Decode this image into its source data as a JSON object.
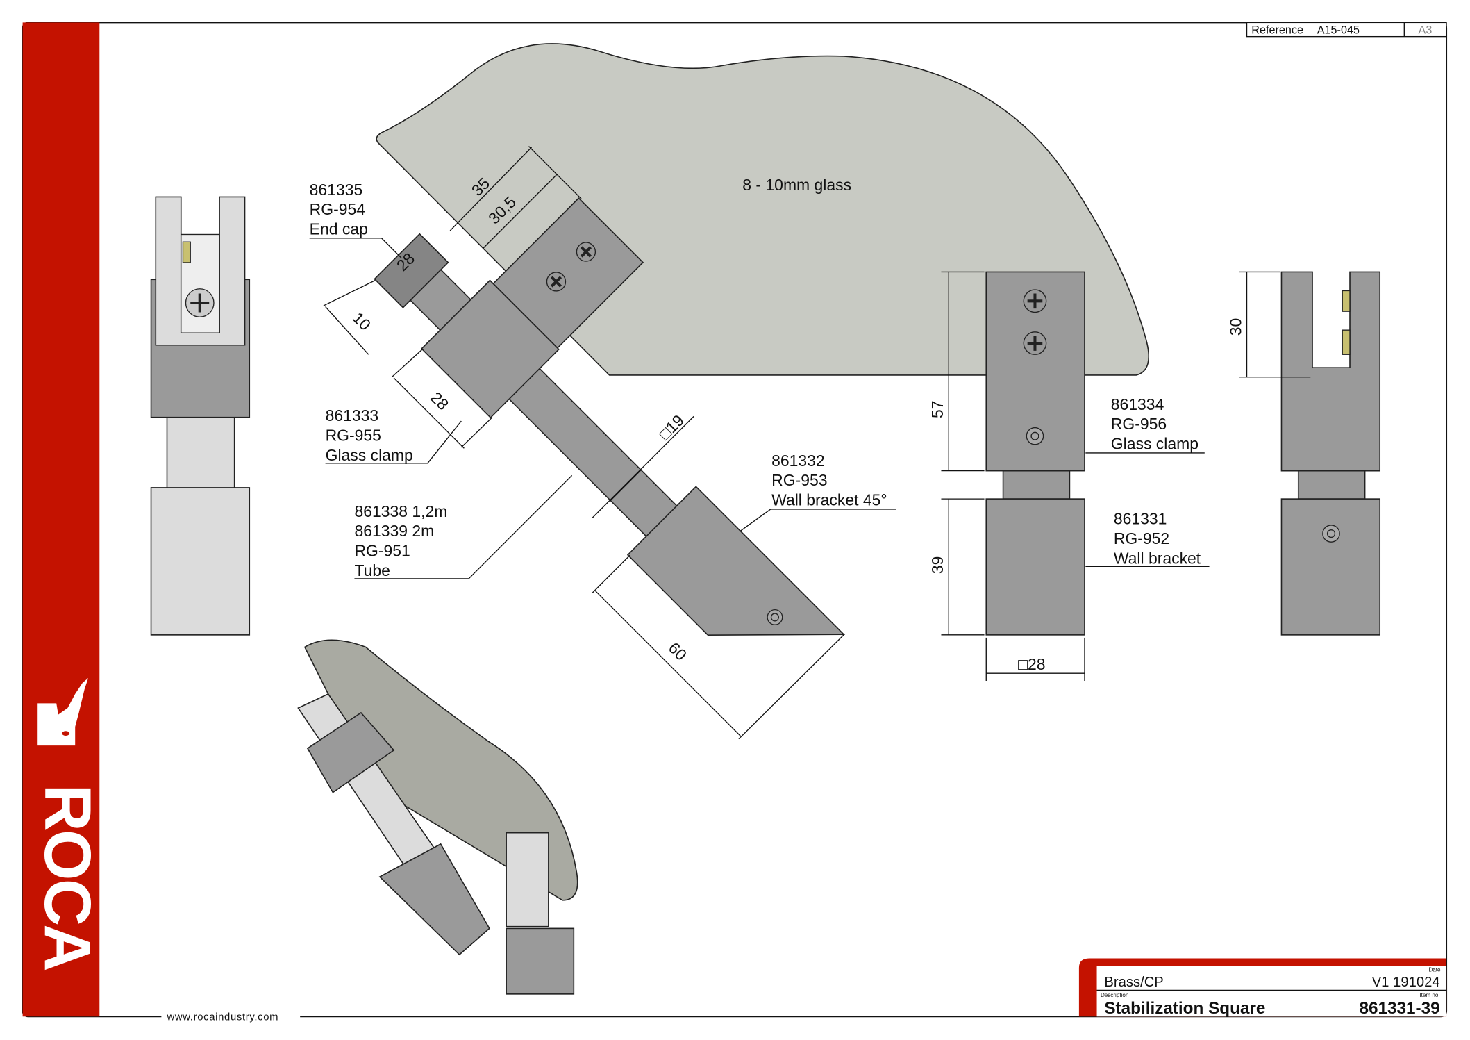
{
  "sheet": {
    "reference_label": "Reference",
    "reference_value": "A15-045",
    "paper_size": "A3",
    "website": "www.rocaindustry.com",
    "brand": "ROCA",
    "brand_color": "#c41200"
  },
  "title_block": {
    "material": "Brass/CP",
    "date_label": "Date",
    "version_date": "V1  191024",
    "description_label": "Description",
    "description": "Stabilization Square",
    "item_label": "Item no.",
    "item_no": "861331-39"
  },
  "glass_label": "8 - 10mm glass",
  "callouts": {
    "end_cap": [
      "861335",
      "RG-954",
      "End cap"
    ],
    "glass_clamp_diag": [
      "861333",
      "RG-955",
      "Glass clamp"
    ],
    "tube": [
      "861338  1,2m",
      "861339  2m",
      "RG-951",
      "Tube"
    ],
    "wall_bracket_45": [
      "861332",
      "RG-953",
      "Wall bracket 45°"
    ],
    "glass_clamp": [
      "861334",
      "RG-956",
      "Glass clamp"
    ],
    "wall_bracket": [
      "861331",
      "RG-952",
      "Wall bracket"
    ]
  },
  "dimensions": {
    "d35": "35",
    "d30_5": "30,5",
    "d28_cap": "28",
    "d10": "10",
    "d28_clamp": "28",
    "d19": "□19",
    "d60": "60",
    "d57": "57",
    "d39": "39",
    "d28_front": "□28",
    "d30": "30"
  }
}
